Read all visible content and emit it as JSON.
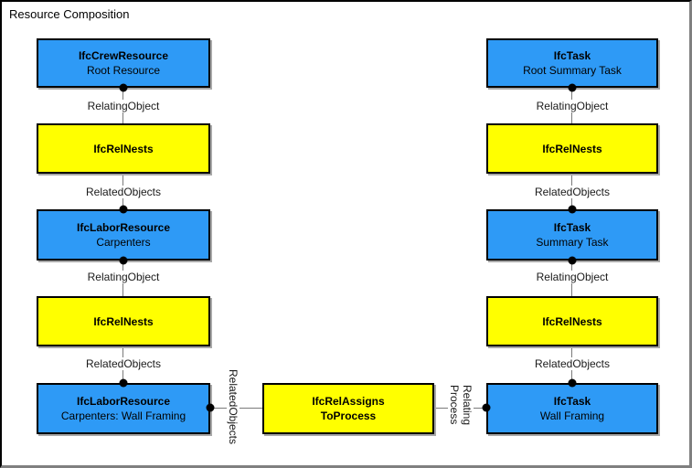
{
  "title": "Resource Composition",
  "colors": {
    "node_blue": "#2e9af6",
    "node_yellow": "#ffff00",
    "connector_gray": "#7a7a7a",
    "frame_shadow_gray": "#808080"
  },
  "left_column": {
    "box1": {
      "title": "IfcCrewResource",
      "subtitle": "Root Resource"
    },
    "label1": "RelatingObject",
    "box2": {
      "title": "IfcRelNests"
    },
    "label2": "RelatedObjects",
    "box3": {
      "title": "IfcLaborResource",
      "subtitle": "Carpenters"
    },
    "label3": "RelatingObject",
    "box4": {
      "title": "IfcRelNests"
    },
    "label4": "RelatedObjects",
    "box5": {
      "title": "IfcLaborResource",
      "subtitle": "Carpenters: Wall Framing"
    }
  },
  "right_column": {
    "box1": {
      "title": "IfcTask",
      "subtitle": "Root Summary Task"
    },
    "label1": "RelatingObject",
    "box2": {
      "title": "IfcRelNests"
    },
    "label2": "RelatedObjects",
    "box3": {
      "title": "IfcTask",
      "subtitle": "Summary Task"
    },
    "label3": "RelatingObject",
    "box4": {
      "title": "IfcRelNests"
    },
    "label4": "RelatedObjects",
    "box5": {
      "title": "IfcTask",
      "subtitle": "Wall Framing"
    }
  },
  "center": {
    "box": {
      "title": "IfcRelAssigns",
      "subtitle": "ToProcess"
    },
    "left_edge_label": "RelatedObjects",
    "right_edge_label_line1": "Relating",
    "right_edge_label_line2": "Process"
  }
}
